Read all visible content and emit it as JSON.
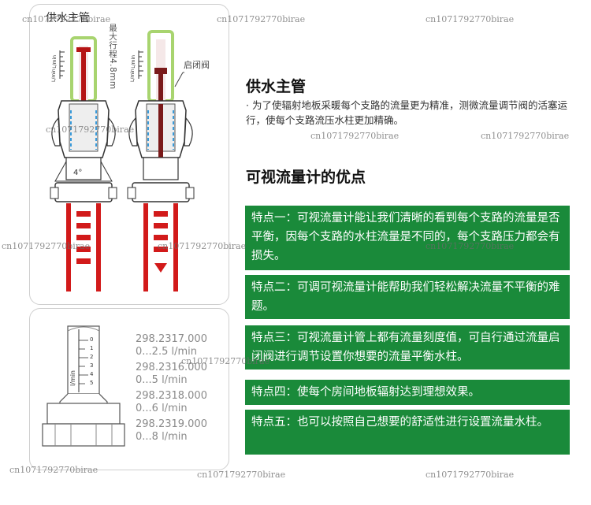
{
  "diagram": {
    "title": "供水主管",
    "stroke_label": "最大行程4.8mm",
    "valve_label": "启闭阀",
    "angle_label": "4°",
    "gauge_unit": "L/min"
  },
  "main_heading": "供水主管",
  "description": "· 为了使辐射地板采暖每个支路的流量更为精准，测微流量调节阀的活塞运行，使每个支路流压水柱更加精确。",
  "advantages_heading": "可视流量计的优点",
  "features": [
    "特点一：可视流量计能让我们清晰的看到每个支路的流量是否平衡，因每个支路的水柱流量是不同的，每个支路压力都会有损失。",
    "特点二：可调可视流量计能帮助我们轻松解决流量不平衡的难题。",
    "特点三：可视流量计管上都有流量刻度值，可自行通过流量启闭阀进行调节设置你想要的流量平衡水柱。",
    "特点四：使每个房间地板辐射达到理想效果。",
    "特点五：也可以按照自己想要的舒适性进行设置流量水柱。"
  ],
  "models": [
    {
      "code": "298.2317.000",
      "range": "0...2.5 l/min"
    },
    {
      "code": "298.2316.000",
      "range": "0...5 l/min"
    },
    {
      "code": "298.2318.000",
      "range": "0...6 l/min"
    },
    {
      "code": "298.2319.000",
      "range": "0...8 l/min"
    }
  ],
  "gauge": {
    "unit": "l/min",
    "ticks": [
      "0",
      "1",
      "2",
      "3",
      "4",
      "5"
    ]
  },
  "watermark": "cn1071792770birae",
  "colors": {
    "feature_bg": "#1a8a3a",
    "feature_text": "#ffffff",
    "pipe_red": "#d21a1a",
    "gauge_green": "#a8d46f",
    "stem_dark": "#7a1a1a",
    "water_blue": "#3a9ad9"
  }
}
